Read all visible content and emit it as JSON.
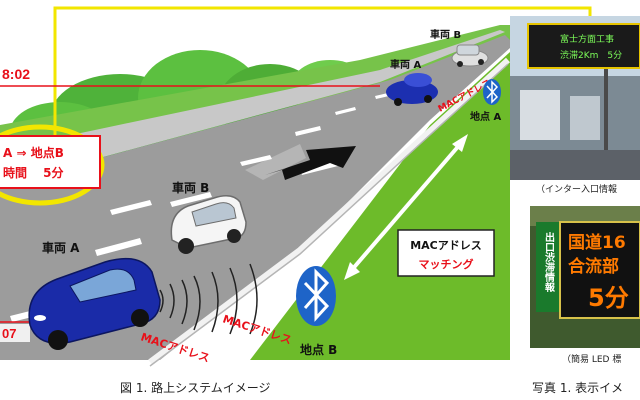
{
  "diagram": {
    "time_start": "8:02",
    "time_end": "07",
    "info_box": {
      "line1": "A ⇒ 地点B",
      "line2": "時間　 5分"
    },
    "vehicle_a_label": "車両 A",
    "vehicle_b_label": "車両 B",
    "vehicle_a_far_label": "車両 A",
    "vehicle_b_far_label": "車両 B",
    "mac_address": "MACアドレス",
    "point_a": "地点 A",
    "point_b": "地点 B",
    "matching_box": {
      "line1": "MACアドレス",
      "line2": "マッチング"
    },
    "caption": "図 1. 路上システムイメージ"
  },
  "photos": {
    "top_caption": "（インター入口情報",
    "top_sign": {
      "line1": "富士方面工事",
      "line2": "渋滞2Km　5分"
    },
    "led_sign": {
      "vertical": "出口渋滞情報",
      "line1": "国道16",
      "line2": "合流部",
      "line3": "5分"
    },
    "bottom_caption": "（簡易 LED 標",
    "caption": "写真 1. 表示イメ"
  },
  "colors": {
    "yellow_accent": "#f2e600",
    "red_accent": "#e8101a",
    "green_field": "#6dbb2a",
    "road_gray": "#9c9c9c",
    "led_amber": "#ff7a00"
  }
}
